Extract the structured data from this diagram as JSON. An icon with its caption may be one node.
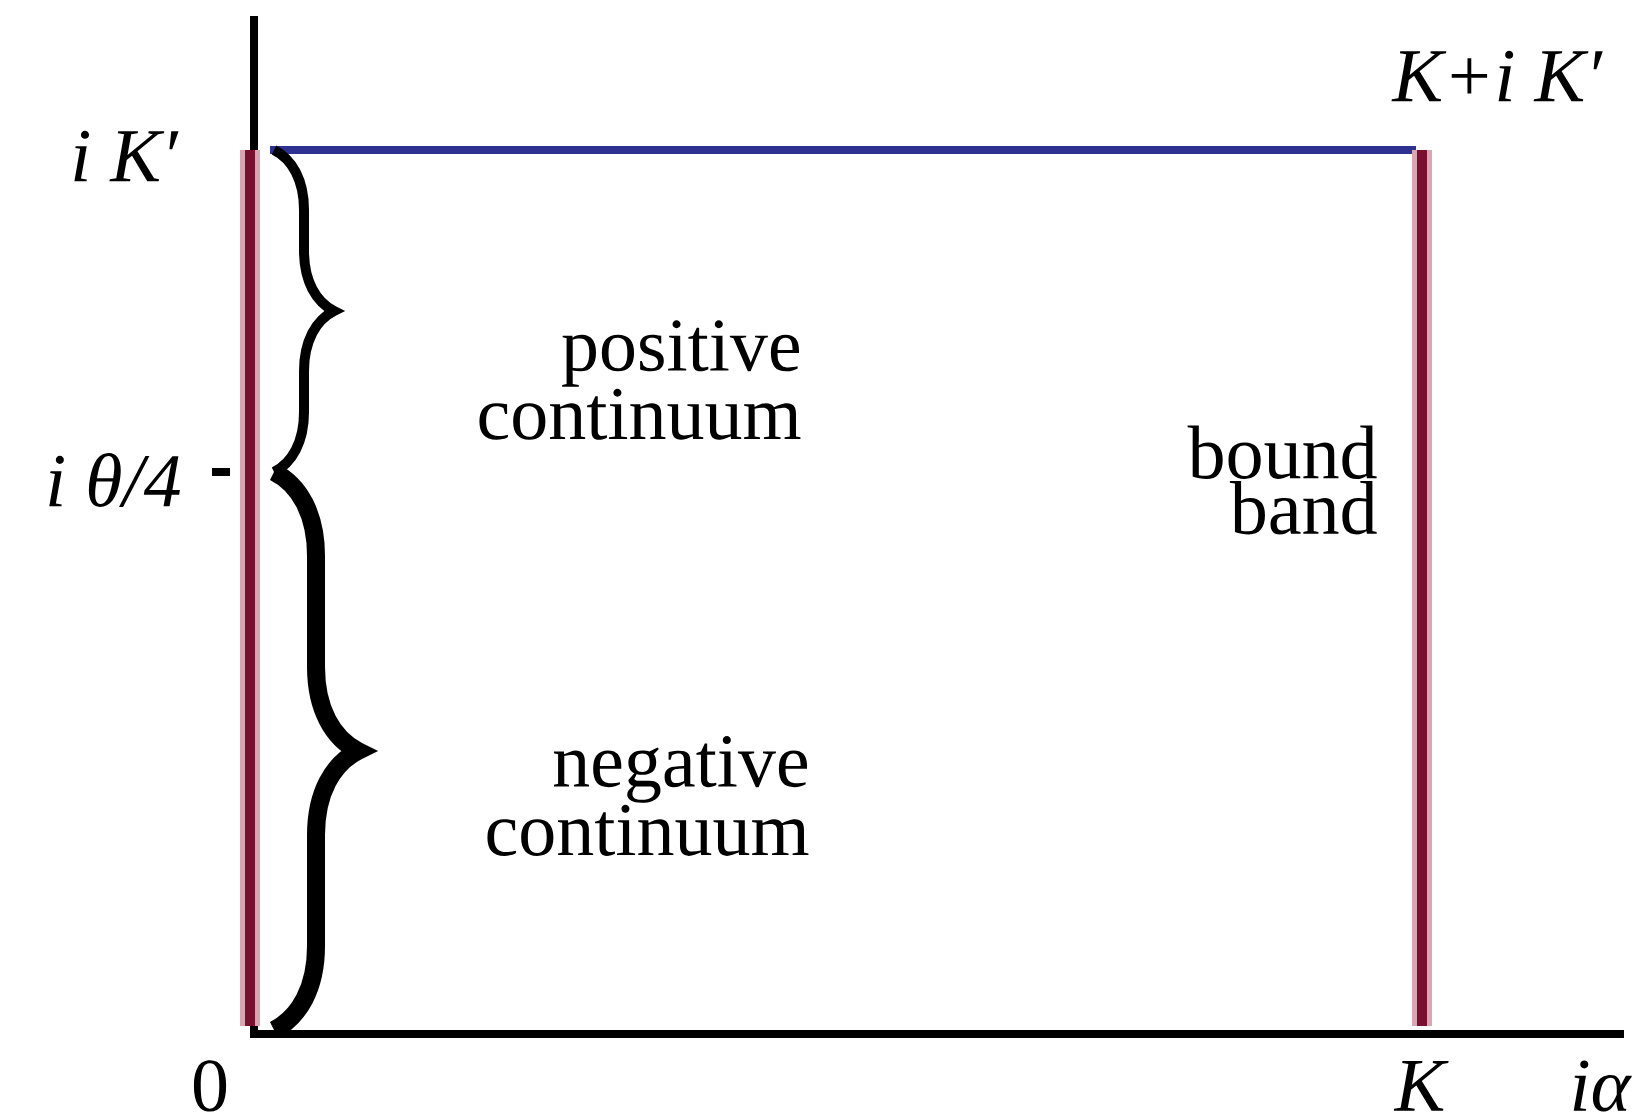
{
  "diagram": {
    "labels": [
      "K+i K′",
      "i K′",
      "positive continuum",
      "i θ/4",
      "bound band",
      "negative continuum",
      "0",
      "K",
      "iα"
    ]
  }
}
